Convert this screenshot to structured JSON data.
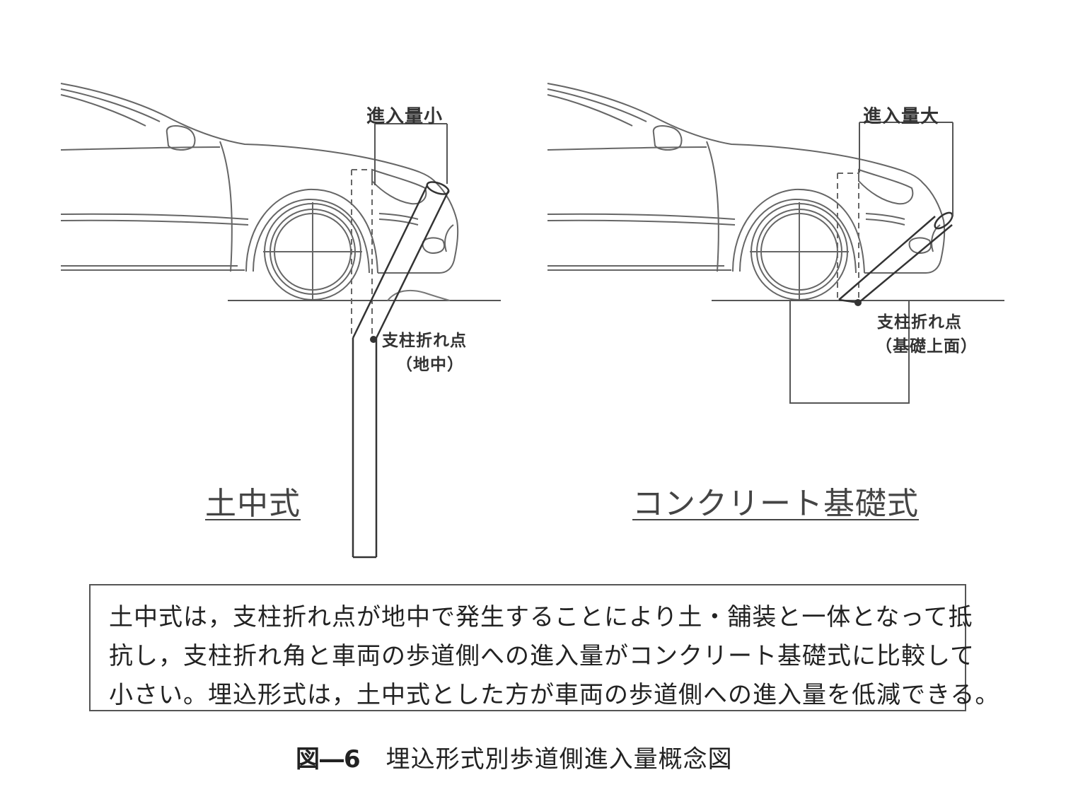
{
  "left_panel": {
    "dimension_label": "進入量小",
    "break_point_label": "支柱折れ点",
    "break_point_location": "（地中）",
    "title": "土中式"
  },
  "right_panel": {
    "dimension_label": "進入量大",
    "break_point_label": "支柱折れ点",
    "break_point_location": "（基礎上面）",
    "title": "コンクリート基礎式"
  },
  "description_lines": [
    "土中式は，支柱折れ点が地中で発生することにより土・舗装と一体となって抵",
    "抗し，支柱折れ角と車両の歩道側への進入量がコンクリート基礎式に比較して",
    "小さい。埋込形式は，土中式とした方が車両の歩道側への進入量を低減できる。"
  ],
  "figure_caption": {
    "number": "図―6",
    "title": "埋込形式別歩道側進入量概念図"
  }
}
